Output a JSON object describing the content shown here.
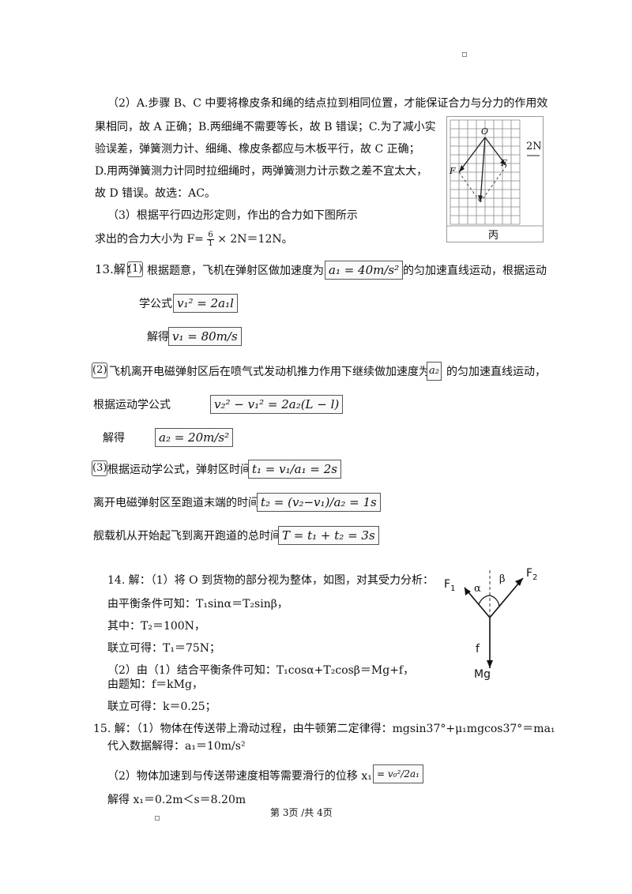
{
  "q12": {
    "line1": "（2）A.步骤 B、C 中要将橡皮条和绳的结点拉到相同位置，才能保证合力与分力的作用效",
    "line2": "果相同，故 A 正确；B.两细绳不需要等长，故 B 错误；C.为了减小实",
    "line3": "验误差，弹簧测力计、细绳、橡皮条都应与木板平行，故 C 正确；",
    "line4": "D.用两弹簧测力计同时拉细绳时，两弹簧测力计示数之差不宜太大，",
    "line5": "故 D 错误。故选：AC。",
    "line6": "（3）根据平行四边形定则，作出的合力如下图所示",
    "line7_pre": "求出的合力大小为  F",
    "line7_eq": "=",
    "line7_frac_num": "6",
    "line7_frac_den": "1",
    "line7_times": "×",
    "line7_post": "2N＝12N。",
    "fig_label_o": "O",
    "fig_label_f": "F",
    "fig_label_f2": "F",
    "fig_scale": "2N",
    "fig_caption": "丙"
  },
  "q13": {
    "number": "13.解：",
    "m1": "(1)",
    "t1": "根据题意，飞机在弹射区做加速度为",
    "eq_a1": "a₁ = 40m/s²",
    "t1b": "的匀加速直线运动，根据运动",
    "t2": "学公式",
    "eq_v1sq": "v₁² = 2a₁l",
    "t3": "解得",
    "eq_v1": "v₁ = 80m/s",
    "m2": "(2)",
    "t4": "飞机离开电磁弹射区后在喷气式发动机推力作用下继续做加速度为",
    "eq_a2sym": "a₂",
    "t4b": "的匀加速直线运动，",
    "t5": "根据运动学公式",
    "eq_v2": "v₂² − v₁² = 2a₂(L − l)",
    "t6": "解得",
    "eq_a2": "a₂ = 20m/s²",
    "m3": "(3)",
    "t7": "根据运动学公式，弹射区时间",
    "eq_t1": "t₁ = v₁/a₁ = 2s",
    "t8": "离开电磁弹射区至跑道末端的时间",
    "eq_t2": "t₂ = (v₂−v₁)/a₂ = 1s",
    "t9": "舰载机从开始起飞到离开跑道的总时间",
    "eq_T": "T = t₁ + t₂ = 3s"
  },
  "q14": {
    "l1": "14. 解：（1）将 O 到货物的部分视为整体，如图，对其受力分析：",
    "l2": "由平衡条件可知：T₁sinα＝T₂sinβ，",
    "l3": "其中：T₂＝100N，",
    "l4": "联立可得：T₁＝75N；",
    "l5": "（2）由（1）结合平衡条件可知：T₁cosα+T₂cosβ＝Mg+f，",
    "l6": "由题知：f＝kMg，",
    "l7": "联立可得：k＝0.25；",
    "fig_F1": "F",
    "fig_F1_sub": "1",
    "fig_F2": "F",
    "fig_F2_sub": "2",
    "fig_alpha": "α",
    "fig_beta": "β",
    "fig_f": "f",
    "fig_Mg": "Mg"
  },
  "q15": {
    "l1": "15. 解：（1）物体在传送带上滑动过程，由牛顿第二定律得：mgsin37°+μ₁mgcos37°＝ma₁",
    "l2": "代入数据解得：a₁＝10m/s²",
    "l3": "（2）物体加速到与传送带速度相等需要滑行的位移  x₁",
    "eq_x1": "= v₀²/2a₁",
    "l4": "解得  x₁＝0.2m＜s＝8.20m"
  },
  "footer": "第  3页  /共  4页"
}
